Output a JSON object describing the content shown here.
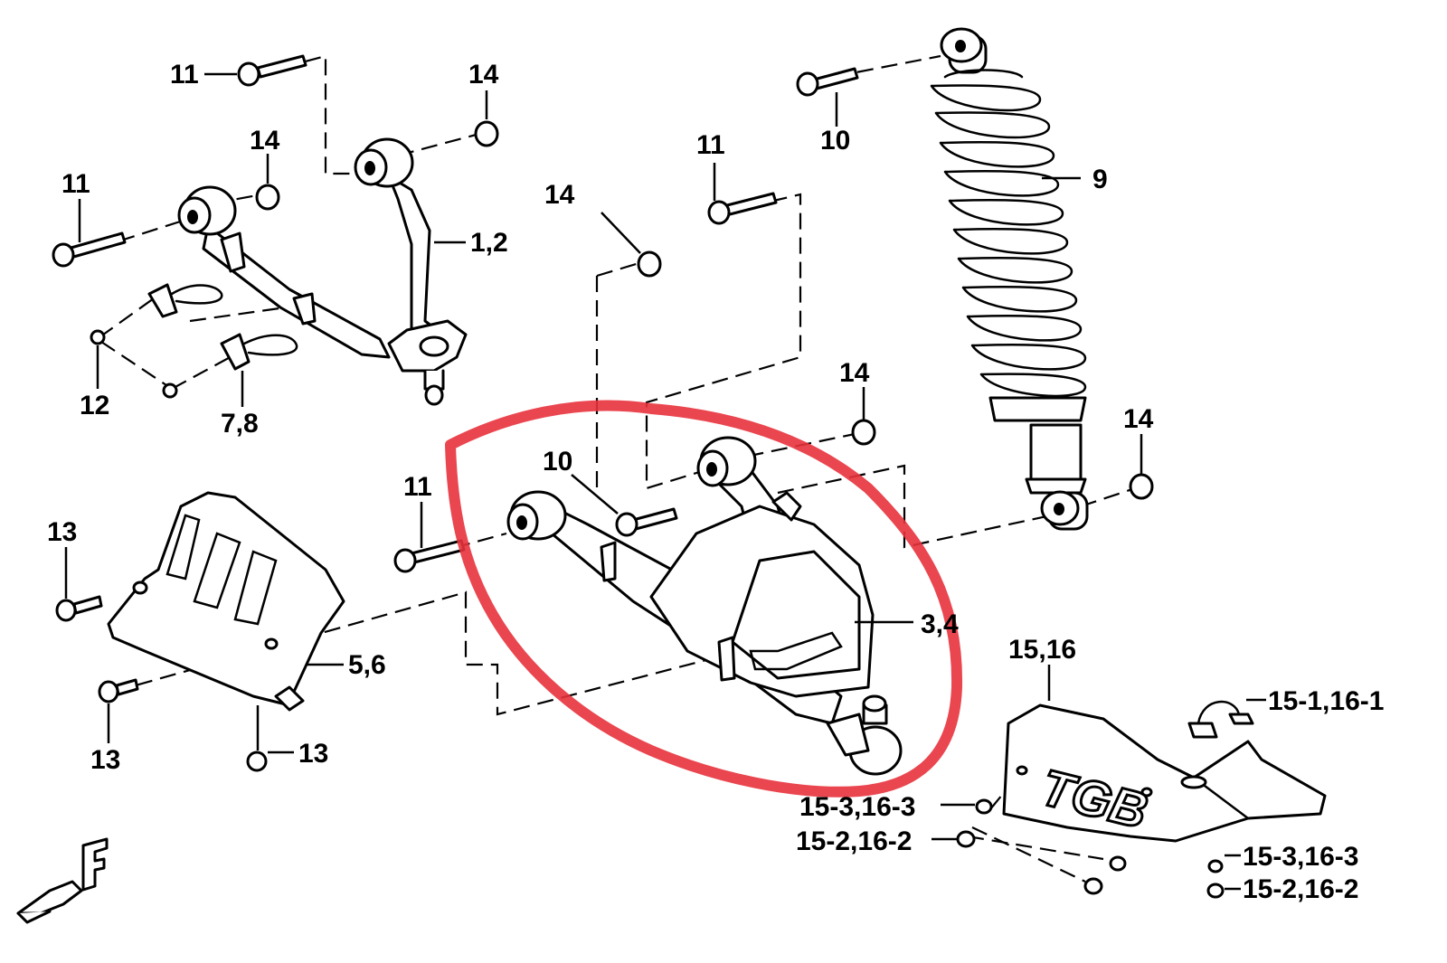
{
  "labels": {
    "upper_arm": "1,2",
    "lower_arm": "3,4",
    "guard": "5,6",
    "brackets": "7,8",
    "shock": "9",
    "bolt_10": "10",
    "bolt_11": "11",
    "bolt_12": "12",
    "bolt_13": "13",
    "nut_14": "14",
    "skid_plate": "15,16",
    "clamp": "15-1,16-1",
    "bolt_15_2": "15-2,16-2",
    "washer_15_3": "15-3,16-3"
  },
  "logo_text": "TGB",
  "arrow_letter": "F",
  "colors": {
    "highlight": "#e8323c",
    "line": "#000000",
    "background": "#ffffff"
  }
}
